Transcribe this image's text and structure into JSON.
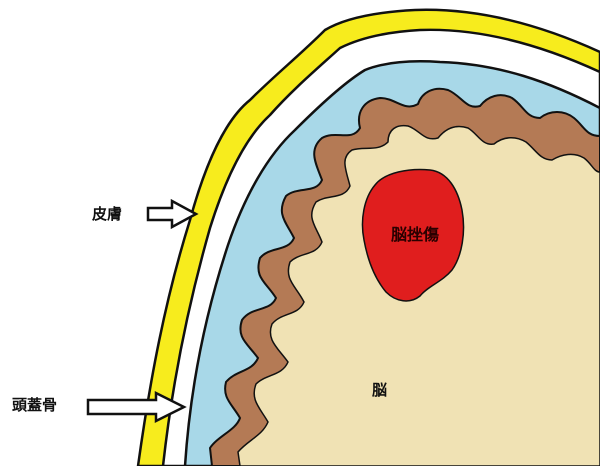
{
  "labels": {
    "skin": "皮膚",
    "skull": "頭蓋骨",
    "contusion": "脳挫傷",
    "brain": "脳"
  },
  "colors": {
    "background": "#ffffff",
    "skin": "#f7ec1d",
    "skull": "#ffffff",
    "csf": "#a8d8e8",
    "cortex": "#b47a55",
    "brain": "#f0e2b4",
    "contusion": "#e01e1e",
    "outline": "#111111"
  },
  "icons": [
    "arrow-right-outline-icon",
    "arrow-right-outline-icon"
  ]
}
